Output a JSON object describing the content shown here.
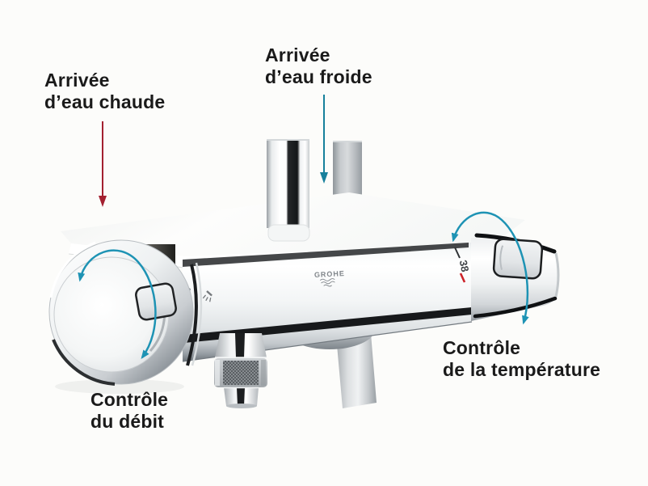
{
  "brand": "GROHE",
  "temperature_mark": "38",
  "labels": {
    "hot_inlet": {
      "line1": "Arrivée",
      "line2": "d’eau chaude"
    },
    "cold_inlet": {
      "line1": "Arrivée",
      "line2": "d’eau froide"
    },
    "flow_control": {
      "line1": "Contrôle",
      "line2": "du débit"
    },
    "temperature_control": {
      "line1": "Contrôle",
      "line2": "de la température"
    }
  },
  "colors": {
    "hot_arrow": "#a32030",
    "cold_arrow": "#17809c",
    "rotate_arrow": "#1e93b4",
    "label_text": "#1a1a1a",
    "temp_mark_red": "#cc2229"
  },
  "icons": {
    "hot_arrow": "straight-down-arrow",
    "cold_arrow": "straight-down-arrow",
    "flow_rotate_arrow": "curved-rotation-arrow",
    "temperature_rotate_arrow": "curved-rotation-arrow",
    "logo_wave": "grohe-wave"
  }
}
